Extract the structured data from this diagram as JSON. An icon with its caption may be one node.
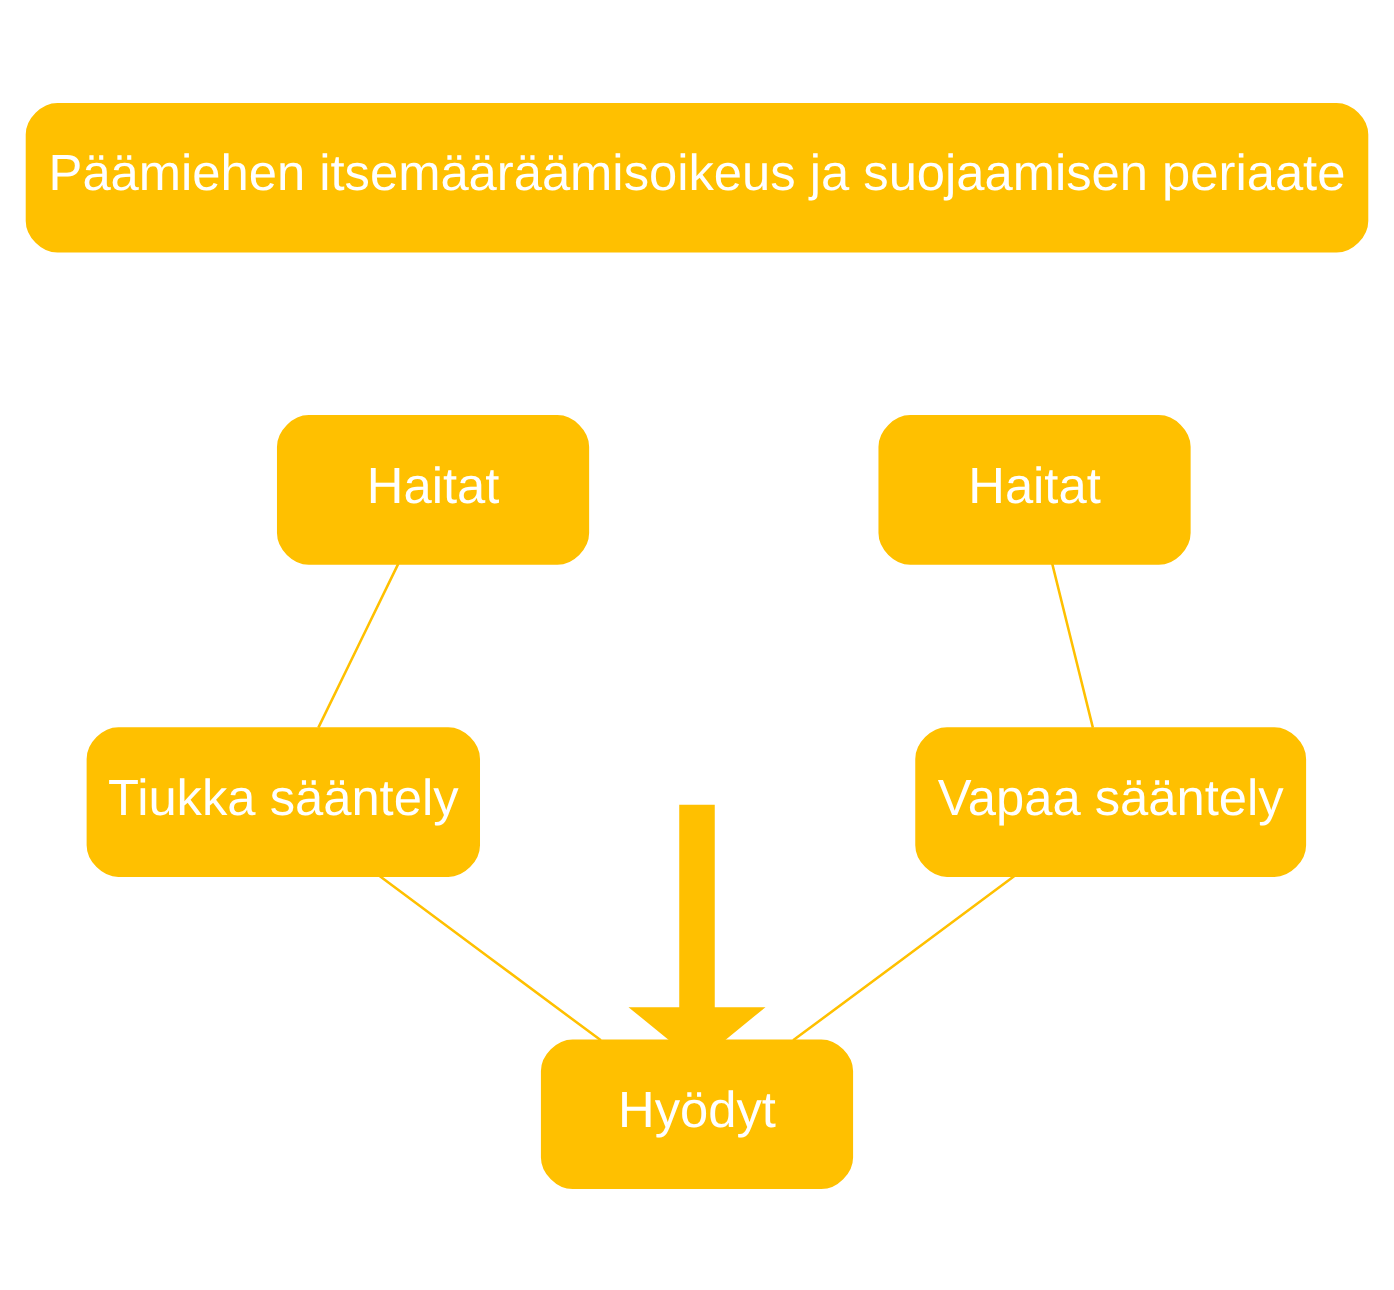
{
  "diagram": {
    "nodes": [
      {
        "text": [
          "Päämiehen itsemääräämisoikeus ja suojaamisen periaate"
        ]
      },
      {
        "text": [
          "Haitat"
        ]
      },
      {
        "text": [
          "Haitat"
        ]
      },
      {
        "text": [
          "Tiukka sääntely"
        ]
      },
      {
        "text": [
          "Vapaa sääntely"
        ]
      },
      {
        "text": [
          "Hyödyt"
        ]
      }
    ],
    "edges": [
      {
        "from": 1,
        "to": 3,
        "arrow": "none"
      },
      {
        "from": 3,
        "to": 5,
        "arrow": "none"
      },
      {
        "from": 2,
        "to": 4,
        "arrow": "none"
      },
      {
        "from": 4,
        "to": 5,
        "arrow": "none"
      },
      {
        "from": null,
        "to": 5,
        "arrow": "to",
        "style": "thick"
      }
    ]
  }
}
